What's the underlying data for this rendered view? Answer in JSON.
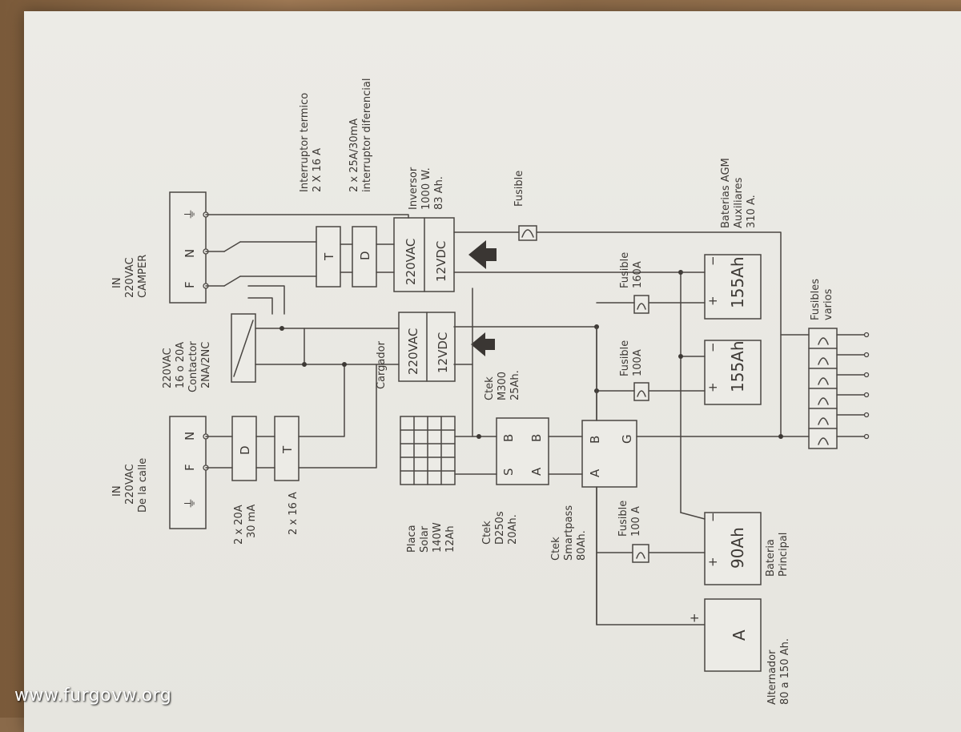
{
  "watermark": "www.furgovw.org",
  "labels": {
    "in_calle": [
      "IN",
      "220VAC",
      "De la calle"
    ],
    "in_camper": [
      "IN",
      "220VAC",
      "CAMPER"
    ],
    "dif_calle": [
      "2 x 20A",
      "30 mA"
    ],
    "mag_calle": "2 x 16 A",
    "contactor": [
      "220VAC",
      "16 o 20A",
      "Contactor",
      "2NA/2NC"
    ],
    "termico": [
      "Interruptor termico",
      "2 X 16 A"
    ],
    "diferencial": [
      "2 x 25A/30mA",
      "interruptor diferencial"
    ],
    "inversor": [
      "Inversor",
      "1000 W.",
      "83 Ah."
    ],
    "cargador": "Cargador",
    "ac220": "220VAC",
    "dc12": "12VDC",
    "fusible": "Fusible",
    "fus160": [
      "Fusible",
      "160A"
    ],
    "fus100": [
      "Fusible",
      "100A"
    ],
    "fus100b": [
      "Fusible",
      "100 A"
    ],
    "baterias_aux": [
      "Baterias AGM",
      "Auxiliares",
      "310 A."
    ],
    "bat155": "155Ah",
    "bat90": "90Ah",
    "bat_principal": [
      "Bateria",
      "Principal"
    ],
    "fusibles_varios": [
      "Fusibles",
      "varios"
    ],
    "placa_solar": [
      "Placa",
      "Solar",
      "140W",
      "12Ah"
    ],
    "ctek_d250s": [
      "Ctek",
      "D250s",
      "20Ah."
    ],
    "ctek_smartpass": [
      "Ctek",
      "Smartpass",
      "80Ah."
    ],
    "ctek_m300": [
      "Ctek",
      "M300",
      "25Ah."
    ],
    "alternador": [
      "Alternador",
      "80 a 150 Ah."
    ],
    "F": "F",
    "N": "N",
    "D": "D",
    "T": "T",
    "S": "S",
    "A": "A",
    "B": "B",
    "G": "G",
    "plus": "+",
    "minus": "−"
  }
}
